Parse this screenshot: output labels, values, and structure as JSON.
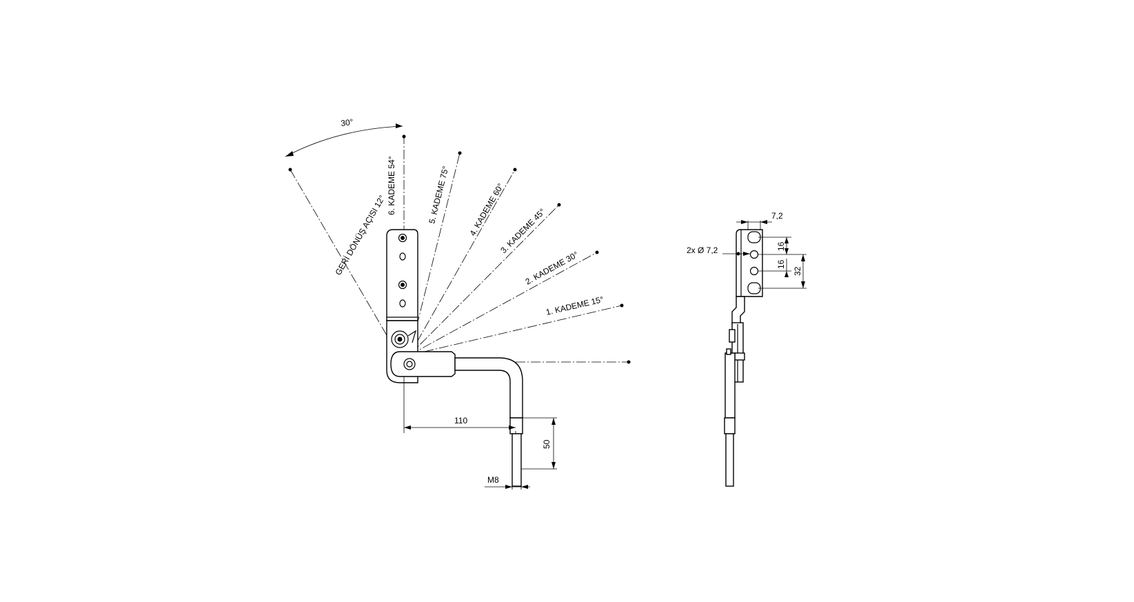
{
  "front_view": {
    "return_angle": "30°",
    "return_label": "GERİ DÖNÜŞ AÇISI 12°",
    "steps": [
      "1. KADEME 15°",
      "2. KADEME 30°",
      "3. KADEME 45°",
      "4. KADEME 60°",
      "5. KADEME 75°",
      "6. KADEME 54°"
    ],
    "dim_length": "110",
    "dim_height": "50",
    "thread": "M8"
  },
  "side_view": {
    "dim_offset": "7,2",
    "hole_spec": "2x Ø 7,2",
    "dim_pitch_a": "16",
    "dim_pitch_b": "16",
    "dim_span": "32"
  }
}
